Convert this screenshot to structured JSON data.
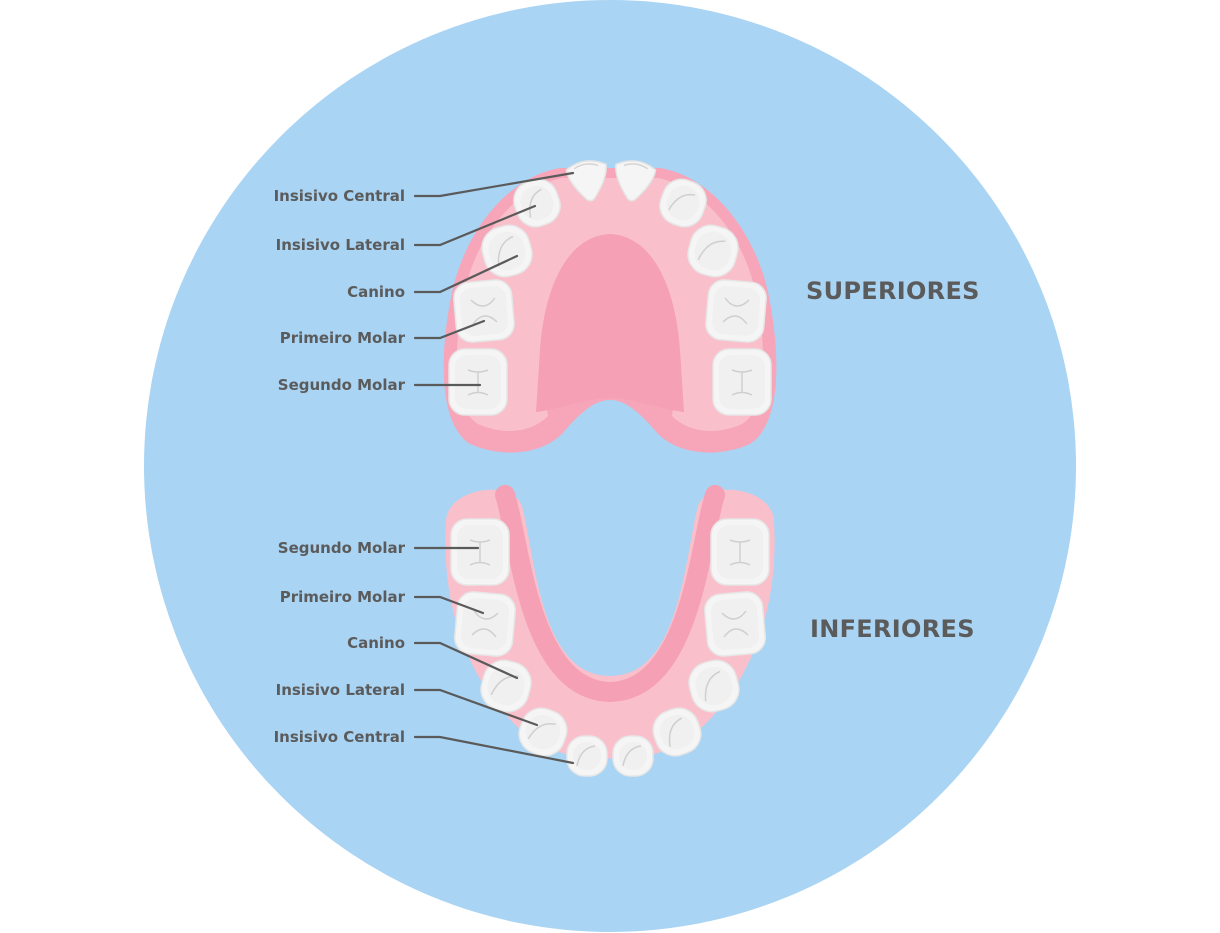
{
  "upper": {
    "title": "SUPERIORES",
    "labels": [
      "Insisivo Central",
      "Insisivo Lateral",
      "Canino",
      "Primeiro Molar",
      "Segundo Molar"
    ]
  },
  "lower": {
    "title": "INFERIORES",
    "labels": [
      "Segundo Molar",
      "Primeiro Molar",
      "Canino",
      "Insisivo Lateral",
      "Insisivo Central"
    ]
  },
  "colors": {
    "background_circle": "#a9d4f4",
    "gum_dark": "#f7a6b9",
    "gum_light": "#f9c0cc",
    "palate": "#f6a0b5",
    "tooth": "#f5f5f5",
    "text": "#5b5b5b"
  }
}
